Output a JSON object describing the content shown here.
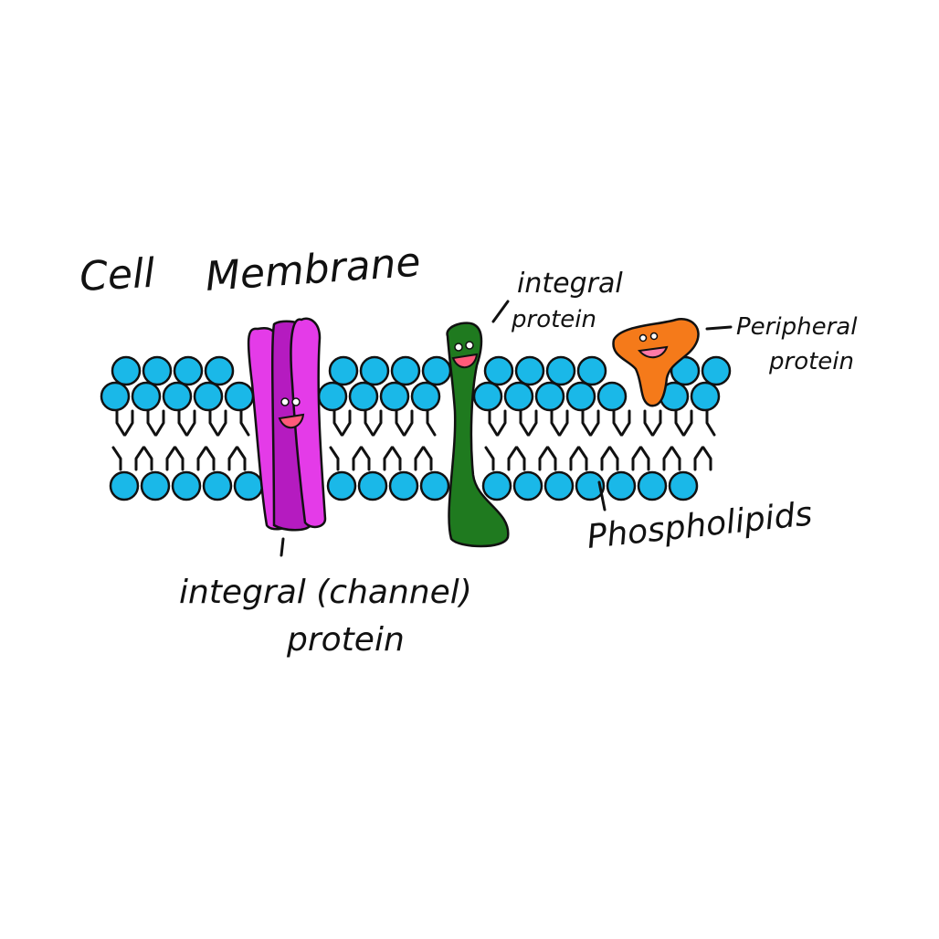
{
  "title": {
    "word1": "Cell",
    "word2": "Membrane"
  },
  "labels": {
    "integral_channel_line1": "integral (channel)",
    "integral_channel_line2": "protein",
    "integral_line1": "integral",
    "integral_line2": "protein",
    "peripheral_line1": "Peripheral",
    "peripheral_line2": "protein",
    "phospholipids": "Phospholipids"
  },
  "colors": {
    "phospholipid_head": "#1ab8e8",
    "channel_protein": "#e43be8",
    "channel_protein_dark": "#b51bc0",
    "integral_protein": "#1f7a1f",
    "peripheral_protein": "#f57a1a",
    "ink": "#111111"
  }
}
